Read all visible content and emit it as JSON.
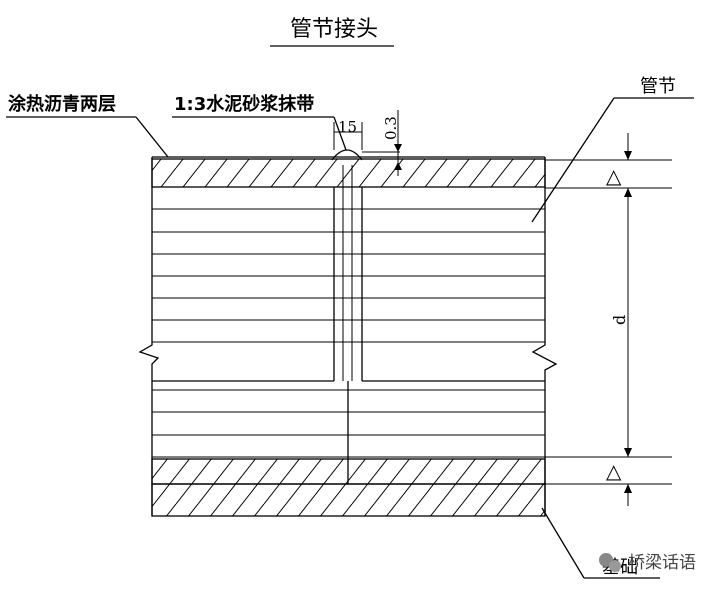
{
  "title": "管节接头",
  "labels": {
    "asphalt": "涂热沥青两层",
    "mortar_band": "1:3水泥砂浆抹带",
    "pipe_section": "管节",
    "foundation": "基础",
    "dim_width": "15",
    "dim_thickness": "0.3",
    "dim_diameter": "d",
    "tri_top": "△",
    "tri_bottom": "△"
  },
  "watermark": {
    "icon": "wechat-icon",
    "text": "桥梁话语"
  }
}
